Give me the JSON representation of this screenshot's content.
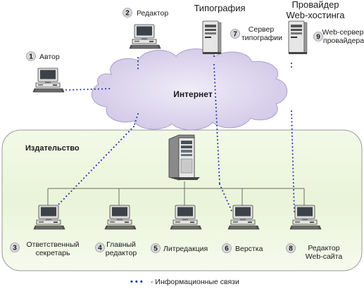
{
  "labels": {
    "author": "Автор",
    "editor": "Редактор",
    "printing_house": "Типография",
    "printing_server_line1": "Сервер",
    "printing_server_line2": "типографии",
    "provider_line1": "Провайдер",
    "provider_line2": "Web-хостинга",
    "provider_server_line1": "Web-сервер",
    "provider_server_line2": "провайдера",
    "internet": "Интернет",
    "publisher": "Издательство",
    "resp_secretary_line1": "Ответственный",
    "resp_secretary_line2": "секретарь",
    "chief_editor_line1": "Главный",
    "chief_editor_line2": "редактор",
    "proofreading": "Литредакция",
    "layout": "Верстка",
    "web_editor_line1": "Редактор",
    "web_editor_line2": "Web-сайта"
  },
  "badges": {
    "author": "1",
    "editor": "2",
    "resp_secretary": "3",
    "chief_editor": "4",
    "proofreading": "5",
    "layout": "6",
    "printing_server": "7",
    "web_editor": "8",
    "provider_server": "9"
  },
  "legend": {
    "symbol": "• • •",
    "text": "- Информационные связи"
  },
  "colors": {
    "cloud_fill": "#dcd6ee",
    "publisher_fill": "#e9f4d7",
    "link_dots": "#1f2fb8",
    "cable": "#6b6b6b"
  }
}
